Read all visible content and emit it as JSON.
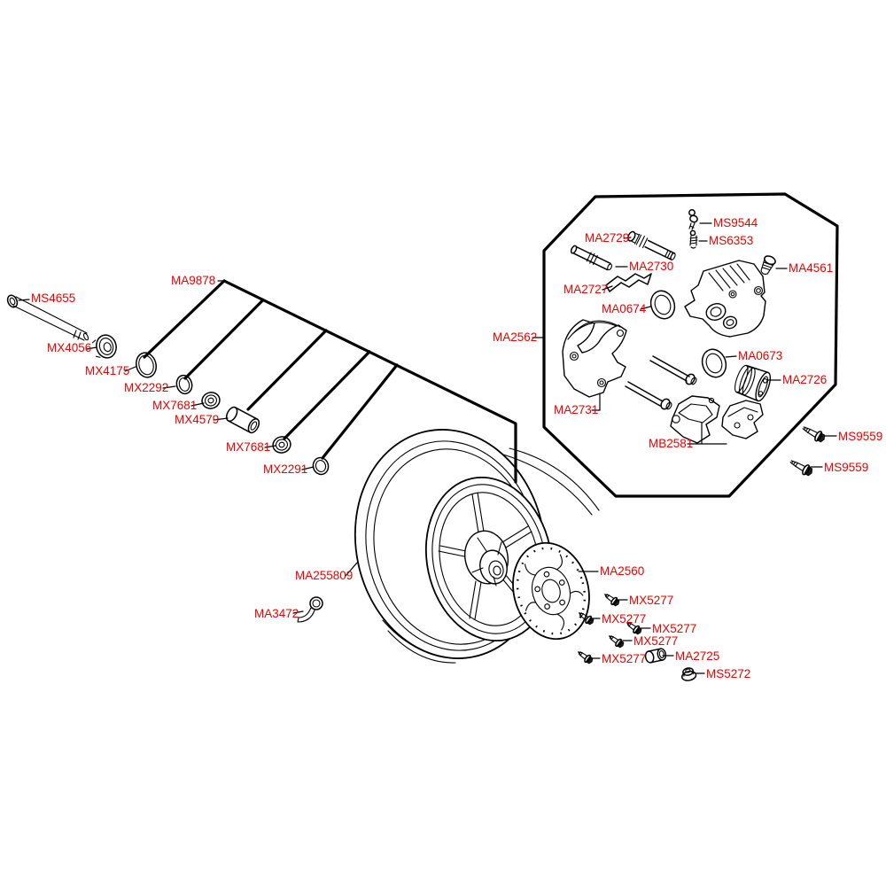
{
  "diagram": {
    "label_color": "#ee0000",
    "line_color": "#000000",
    "background_color": "#ffffff"
  },
  "parts": [
    {
      "id": "ms4655",
      "label": "MS4655"
    },
    {
      "id": "mx4056",
      "label": "MX4056"
    },
    {
      "id": "mx4175",
      "label": "MX4175"
    },
    {
      "id": "mx2292",
      "label": "MX2292"
    },
    {
      "id": "mx7681-a",
      "label": "MX7681"
    },
    {
      "id": "mx4579",
      "label": "MX4579"
    },
    {
      "id": "mx7681-b",
      "label": "MX7681"
    },
    {
      "id": "mx2291",
      "label": "MX2291"
    },
    {
      "id": "ma9878",
      "label": "MA9878"
    },
    {
      "id": "ma2562",
      "label": "MA2562"
    },
    {
      "id": "ma2729",
      "label": "MA2729"
    },
    {
      "id": "ma2730",
      "label": "MA2730"
    },
    {
      "id": "ma2727",
      "label": "MA2727"
    },
    {
      "id": "ma0674",
      "label": "MA0674"
    },
    {
      "id": "ms9544",
      "label": "MS9544"
    },
    {
      "id": "ms6353",
      "label": "MS6353"
    },
    {
      "id": "ma4561",
      "label": "MA4561"
    },
    {
      "id": "ma0673",
      "label": "MA0673"
    },
    {
      "id": "ma2726",
      "label": "MA2726"
    },
    {
      "id": "ma2731",
      "label": "MA2731"
    },
    {
      "id": "mb2581",
      "label": "MB2581"
    },
    {
      "id": "ms9559-a",
      "label": "MS9559"
    },
    {
      "id": "ms9559-b",
      "label": "MS9559"
    },
    {
      "id": "ma255809",
      "label": "MA255809"
    },
    {
      "id": "ma3472",
      "label": "MA3472"
    },
    {
      "id": "ma2560",
      "label": "MA2560"
    },
    {
      "id": "mx5277-a",
      "label": "MX5277"
    },
    {
      "id": "mx5277-b",
      "label": "MX5277"
    },
    {
      "id": "mx5277-c",
      "label": "MX5277"
    },
    {
      "id": "mx5277-d",
      "label": "MX5277"
    },
    {
      "id": "mx5277-e",
      "label": "MX5277"
    },
    {
      "id": "ma2725",
      "label": "MA2725"
    },
    {
      "id": "ms5272",
      "label": "MS5272"
    }
  ]
}
